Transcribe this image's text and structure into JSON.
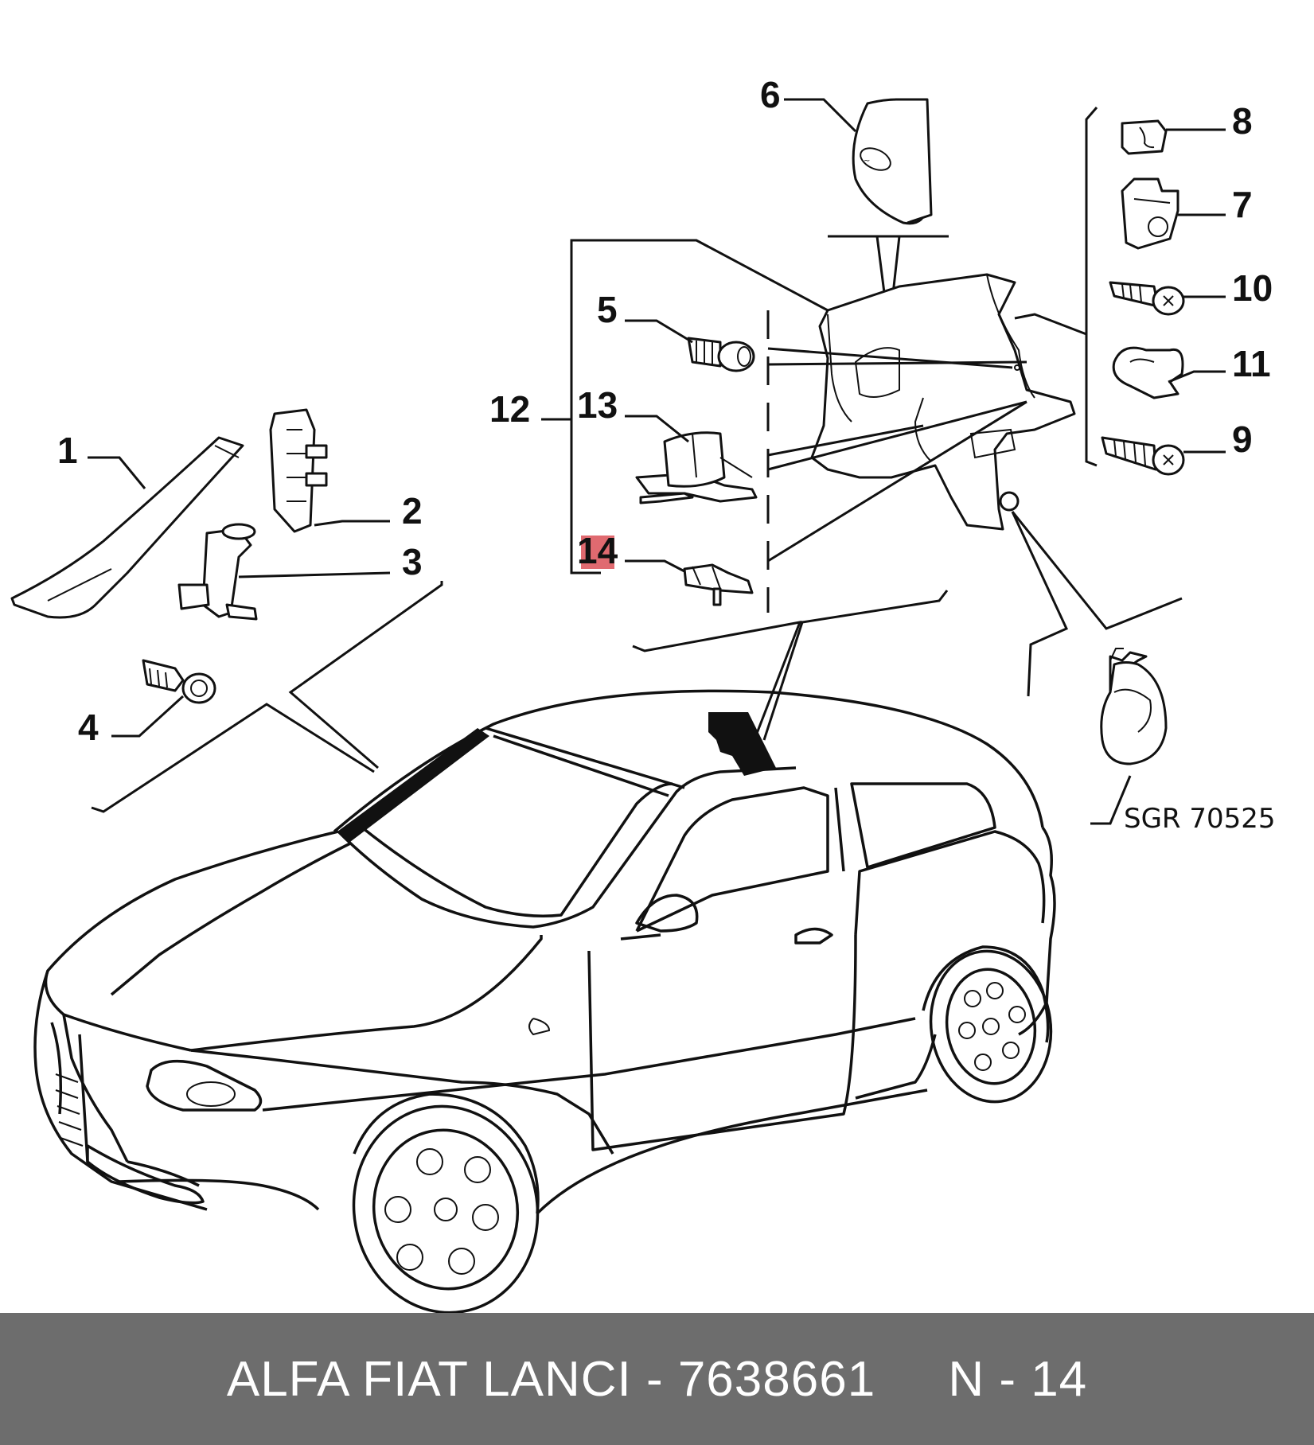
{
  "diagram": {
    "callouts": {
      "c1": "1",
      "c2": "2",
      "c3": "3",
      "c4": "4",
      "c5": "5",
      "c6": "6",
      "c7": "7",
      "c8": "8",
      "c9": "9",
      "c10": "10",
      "c11": "11",
      "c12": "12",
      "c13": "13",
      "c14": "14"
    },
    "highlighted_callout": "14",
    "highlight_color": "#e06a70",
    "reference_code": "SGR 70525"
  },
  "footer": {
    "text": "ALFA FIAT LANCI - 7638661     N - 14",
    "background": "#6d6d6d",
    "text_color": "#ffffff"
  }
}
